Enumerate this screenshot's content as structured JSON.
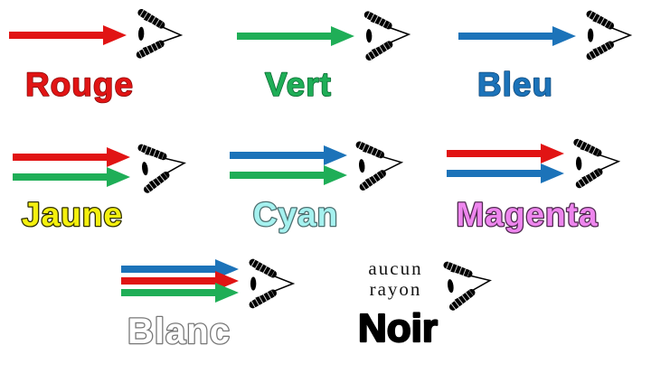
{
  "colors": {
    "red": "#e11414",
    "green": "#1fae57",
    "blue": "#1c73b9"
  },
  "cells": [
    {
      "key": "rouge",
      "label": "Rouge",
      "rays": [
        "red"
      ],
      "label_fill": "#e11414",
      "label_stroke": "#8c0c0c",
      "stroke_width": 1.6
    },
    {
      "key": "vert",
      "label": "Vert",
      "rays": [
        "green"
      ],
      "label_fill": "#1fae57",
      "label_stroke": "#0c6b33",
      "stroke_width": 1.6
    },
    {
      "key": "bleu",
      "label": "Bleu",
      "rays": [
        "blue"
      ],
      "label_fill": "#1c73b9",
      "label_stroke": "#0f4a7d",
      "stroke_width": 1.6
    },
    {
      "key": "jaune",
      "label": "Jaune",
      "rays": [
        "red",
        "green"
      ],
      "label_fill": "#f4f00e",
      "label_stroke": "#2e2e00",
      "stroke_width": 2.6
    },
    {
      "key": "cyan",
      "label": "Cyan",
      "rays": [
        "blue",
        "green"
      ],
      "label_fill": "#a5f1ef",
      "label_stroke": "#4d6f70",
      "stroke_width": 2.6
    },
    {
      "key": "magenta",
      "label": "Magenta",
      "rays": [
        "red",
        "blue"
      ],
      "label_fill": "#ee86ee",
      "label_stroke": "#502a50",
      "stroke_width": 2.6
    },
    {
      "key": "blanc",
      "label": "Blanc",
      "rays": [
        "blue",
        "red",
        "green"
      ],
      "label_fill": "#ffffff",
      "label_stroke": "#777777",
      "stroke_width": 2.6
    },
    {
      "key": "noir",
      "label": "Noir",
      "rays": [],
      "note": "aucun\nrayon",
      "label_fill": "#000000",
      "label_stroke": "#000000",
      "stroke_width": 2.2
    }
  ]
}
